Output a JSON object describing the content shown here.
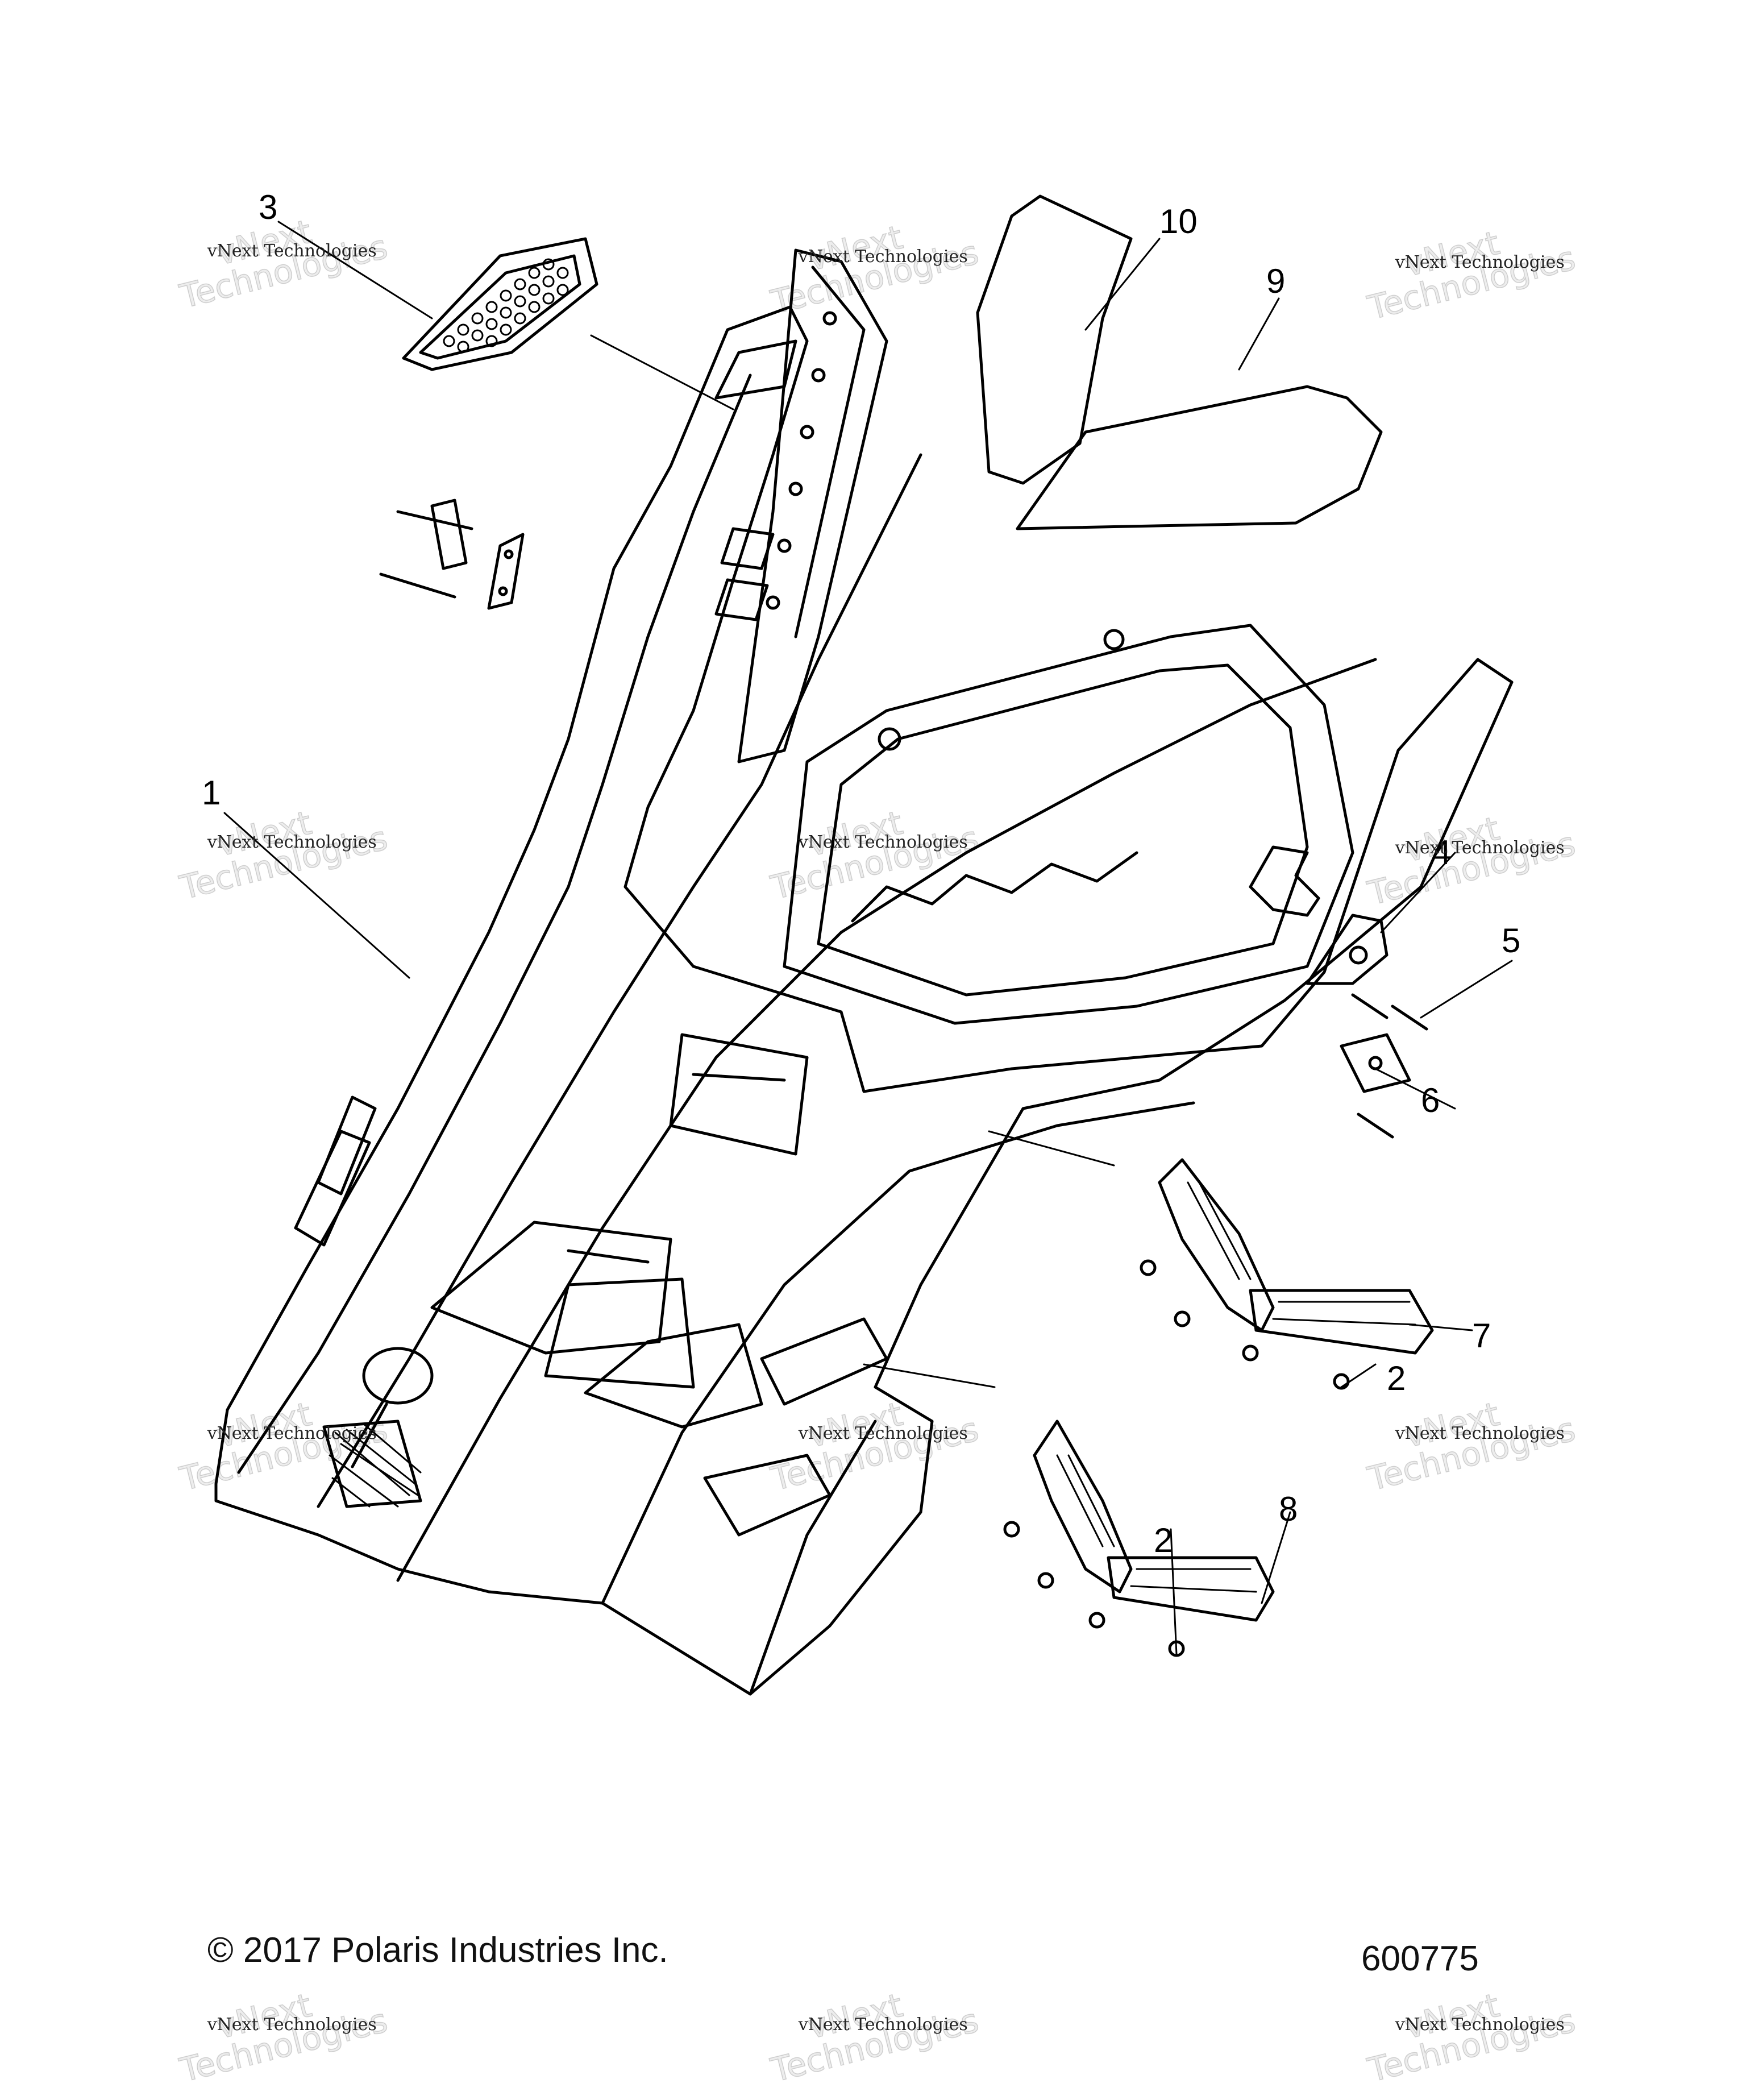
{
  "callouts": {
    "c1": "1",
    "c2a": "2",
    "c2b": "2",
    "c3": "3",
    "c4": "4",
    "c5": "5",
    "c6": "6",
    "c7": "7",
    "c8": "8",
    "c9": "9",
    "c10": "10"
  },
  "watermark": {
    "small": "vNext Technologies",
    "big_line1": "vNext",
    "big_line2": "Technologies"
  },
  "footer": {
    "copyright": "© 2017 Polaris Industries Inc.",
    "figure_number": "600775"
  }
}
